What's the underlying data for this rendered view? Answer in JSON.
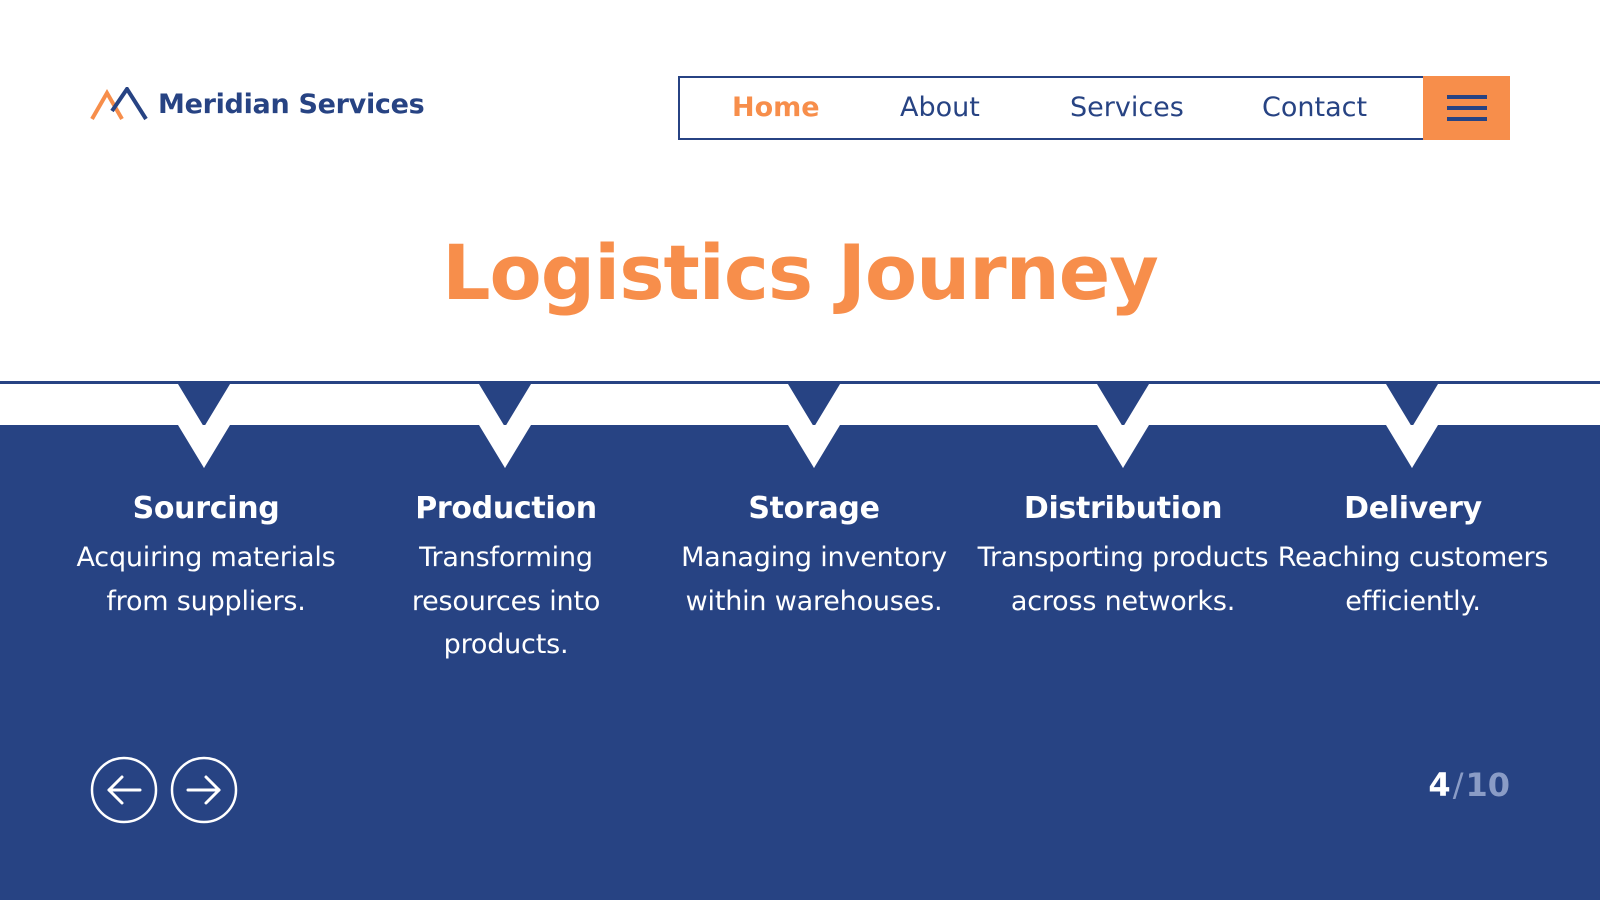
{
  "brand": {
    "name": "Meridian Services",
    "logo_icon": "mountain-peaks-icon",
    "colors": {
      "navy": "#274383",
      "orange": "#f78e4b",
      "white": "#ffffff",
      "muted": "#8a9cc6"
    }
  },
  "nav": {
    "items": [
      {
        "label": "Home",
        "active": true
      },
      {
        "label": "About",
        "active": false
      },
      {
        "label": "Services",
        "active": false
      },
      {
        "label": "Contact",
        "active": false
      }
    ],
    "menu_icon": "hamburger-menu-icon"
  },
  "main": {
    "title": "Logistics Journey",
    "steps": [
      {
        "title": "Sourcing",
        "description": "Acquiring materials from suppliers."
      },
      {
        "title": "Production",
        "description": "Transforming resources into products."
      },
      {
        "title": "Storage",
        "description": "Managing inventory within warehouses."
      },
      {
        "title": "Distribution",
        "description": "Transporting products across networks."
      },
      {
        "title": "Delivery",
        "description": "Reaching customers efficiently."
      }
    ]
  },
  "footer": {
    "prev_icon": "arrow-left-icon",
    "next_icon": "arrow-right-icon",
    "page_current": "4",
    "page_separator": "/",
    "page_total": "10"
  }
}
